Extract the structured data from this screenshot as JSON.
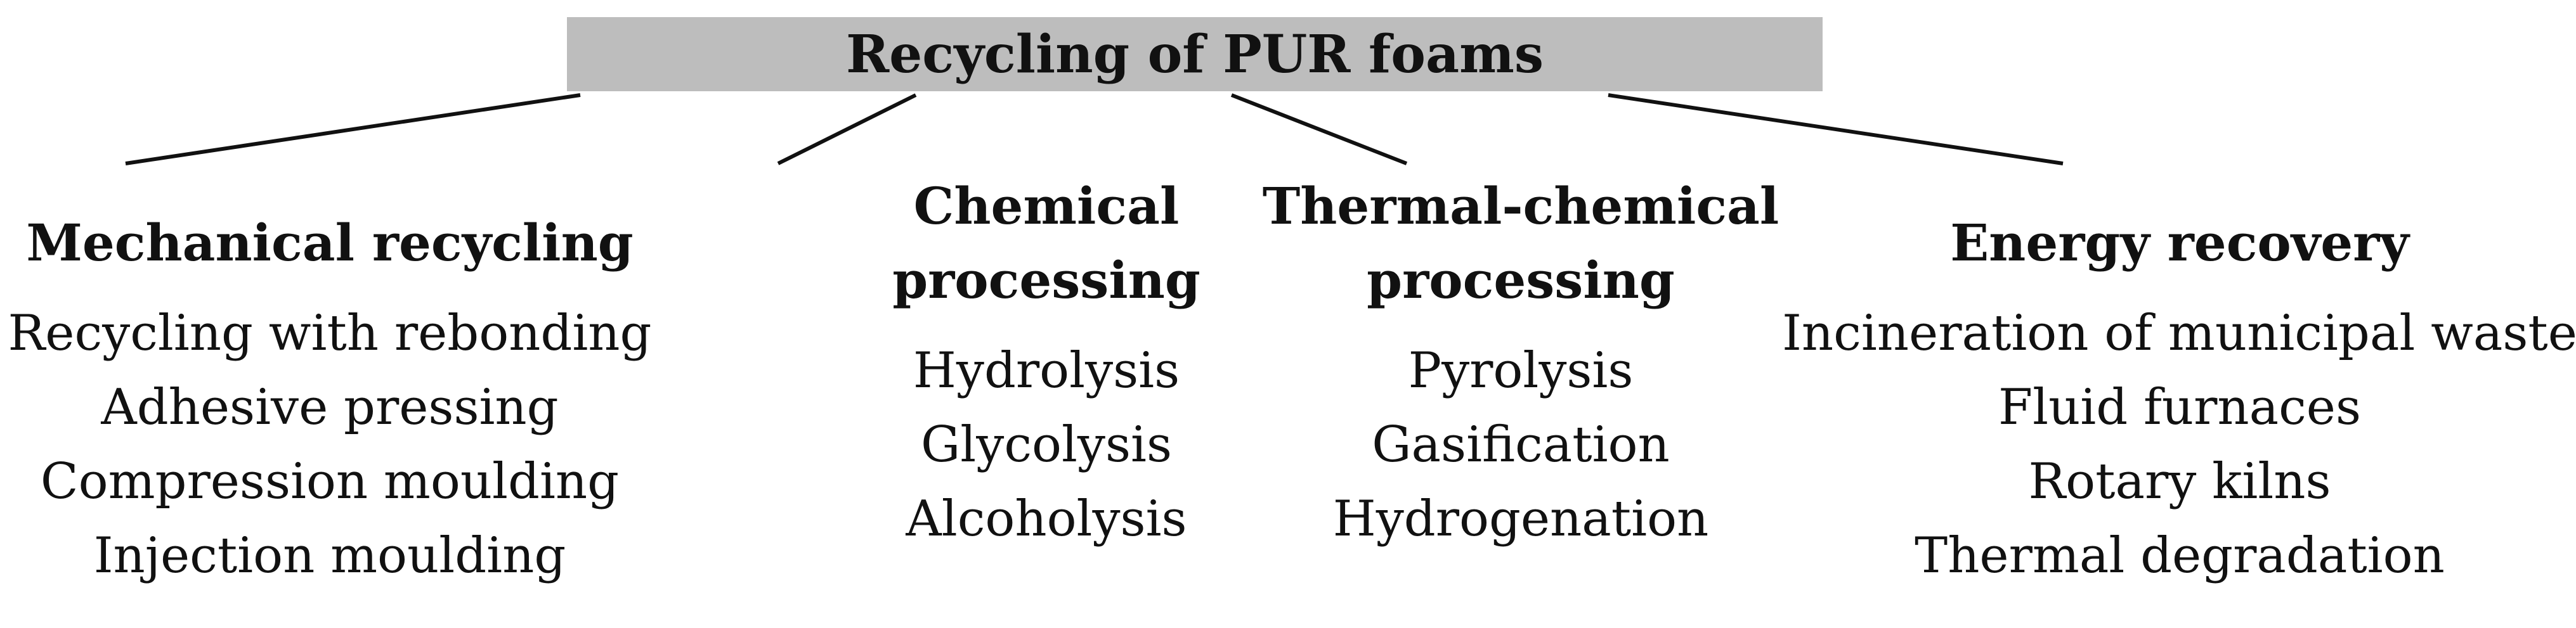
{
  "root": {
    "title": "Recycling of PUR foams"
  },
  "branches": [
    {
      "title_lines": [
        "Mechanical recycling"
      ],
      "items": [
        "Recycling with rebonding",
        "Adhesive pressing",
        "Compression moulding",
        "Injection moulding"
      ]
    },
    {
      "title_lines": [
        "Chemical",
        "processing"
      ],
      "items": [
        "Hydrolysis",
        "Glycolysis",
        "Alcoholysis"
      ]
    },
    {
      "title_lines": [
        "Thermal-chemical",
        "processing"
      ],
      "items": [
        "Pyrolysis",
        "Gasification",
        "Hydrogenation"
      ]
    },
    {
      "title_lines": [
        "Energy recovery"
      ],
      "items": [
        "Incineration of municipal waste",
        "Fluid furnaces",
        "Rotary kilns",
        "Thermal degradation"
      ]
    }
  ],
  "colors": {
    "root_fill": "#bdbdbd",
    "line": "#111111",
    "text": "#111111"
  }
}
